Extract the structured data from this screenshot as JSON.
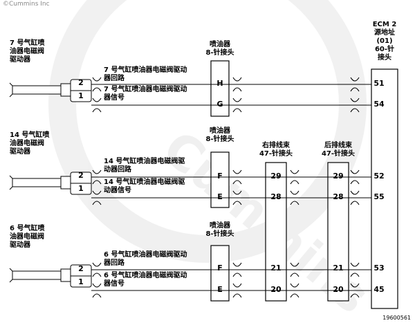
{
  "copyright": "©Cummins Inc",
  "watermark": "Cummins",
  "figure_id": "19600561",
  "ecm": {
    "title_lines": [
      "ECM 2",
      "源地址",
      "(01)",
      "60-针",
      "接头"
    ]
  },
  "connectors": {
    "injector": {
      "lines": [
        "喷油器",
        "8-针接头"
      ]
    },
    "right_harness": {
      "lines": [
        "右排线束",
        "47-针接头"
      ]
    },
    "rear_harness": {
      "lines": [
        "后排线束",
        "47-针接头"
      ]
    }
  },
  "actuators": [
    {
      "label_lines": [
        "7 号气缸喷",
        "油器电磁阀",
        "驱动器"
      ],
      "coil_pins": [
        "2",
        "1"
      ],
      "wire1_lines": [
        "7  号气缸喷油器电磁阀驱动",
        "器回路"
      ],
      "wire2_lines": [
        "7  号气缸喷油器电磁阀驱动",
        "器信号"
      ],
      "inj_pins": [
        "H",
        "G"
      ],
      "ecm_pins": [
        "51",
        "54"
      ]
    },
    {
      "label_lines": [
        "14 号气缸喷",
        "油器电磁阀",
        "驱动器"
      ],
      "coil_pins": [
        "2",
        "1"
      ],
      "wire1_lines": [
        "14   号气缸喷油器电磁阀驱",
        "动器回路"
      ],
      "wire2_lines": [
        "14   号气缸喷油器电磁阀驱",
        "动器信号"
      ],
      "inj_pins": [
        "F",
        "E"
      ],
      "right_pins": [
        "29",
        "28"
      ],
      "rear_pins": [
        "29",
        "28"
      ],
      "ecm_pins": [
        "52",
        "55"
      ]
    },
    {
      "label_lines": [
        "6 号气缸喷",
        "油器电磁阀",
        "驱动器"
      ],
      "coil_pins": [
        "2",
        "1"
      ],
      "wire1_lines": [
        "6  号气缸喷油器电磁阀驱动",
        "器回路"
      ],
      "wire2_lines": [
        "6  号气缸喷油器电磁阀驱动",
        "器信号"
      ],
      "inj_pins": [
        "F",
        "E"
      ],
      "right_pins": [
        "21",
        "20"
      ],
      "rear_pins": [
        "21",
        "20"
      ],
      "ecm_pins": [
        "53",
        "45"
      ]
    }
  ]
}
